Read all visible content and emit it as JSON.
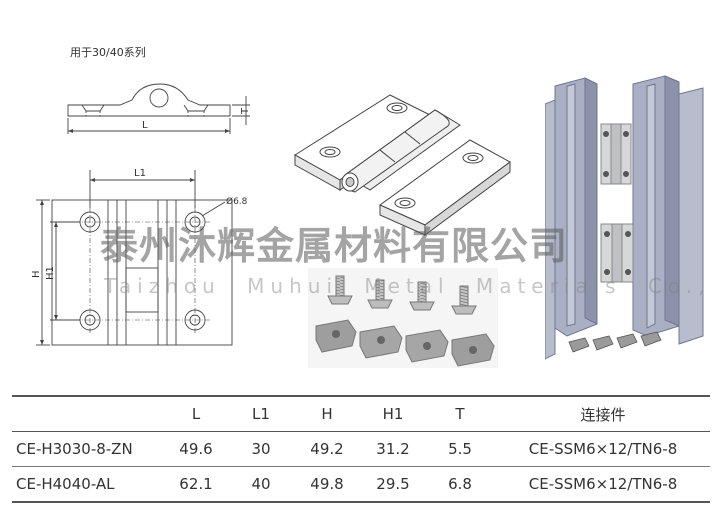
{
  "drawing": {
    "series_label": "用于30/40系列",
    "dim_L": "L",
    "dim_T": "T",
    "dim_L1": "L1",
    "dim_H": "H",
    "dim_H1": "H1",
    "dim_hole": "Ø6.8"
  },
  "watermark": {
    "cn": "泰州沐辉金属材料有限公司",
    "en": "Taizhou Muhui Metal Materials Co., Ltd"
  },
  "table": {
    "headers": [
      "",
      "L",
      "L1",
      "H",
      "H1",
      "T",
      "连接件"
    ],
    "rows": [
      [
        "CE-H3030-8-ZN",
        "49.6",
        "30",
        "49.2",
        "31.2",
        "5.5",
        "CE-SSM6×12/TN6-8"
      ],
      [
        "CE-H4040-AL",
        "62.1",
        "40",
        "49.8",
        "29.5",
        "6.8",
        "CE-SSM6×12/TN6-8"
      ]
    ]
  },
  "colors": {
    "profile": "#a9b0c4",
    "hinge": "#d4d6d8",
    "line": "#444444"
  }
}
